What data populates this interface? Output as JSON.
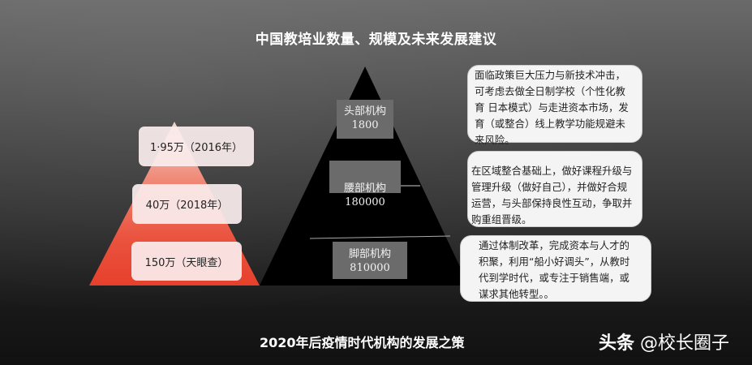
{
  "title": "中国教培业数量、规模及未来发展建议",
  "subtitle": "2020年后疫情时代机构的发展之策",
  "watermark": {
    "brand": "头条",
    "handle": "@校长圈子"
  },
  "colors": {
    "red_pyramid_top": "#f2c9c0",
    "red_pyramid_bottom": "#e8402e",
    "black_pyramid": "#000000",
    "tier_box": "#6b6b6b",
    "note_box": "#f4f4f4"
  },
  "red_pyramid": {
    "levels": [
      {
        "label": "1·95万（2016年）"
      },
      {
        "label": "40万（2018年）"
      },
      {
        "label": "150万（天眼查）"
      }
    ]
  },
  "black_pyramid": {
    "tiers": [
      {
        "name": "头部机构",
        "count": "1800"
      },
      {
        "name": "腰部机构",
        "count": "180000"
      },
      {
        "name": "脚部机构",
        "count": "810000"
      }
    ]
  },
  "notes": [
    {
      "text": "面临政策巨大压力与新技术冲击，可考虑去做全日制学校（个性化教育 日本模式）与走进资本市场，发育（或整合）线上教学功能规避未来风险。"
    },
    {
      "text": "在区域整合基础上，做好课程升级与管理升级（做好自己），并做好合规运营，与头部保持良性互动，争取并购重组晋级。"
    },
    {
      "text": "通过体制改革，完成资本与人才的积聚，利用“船小好调头”，从教时代到学时代，或专注于销售端，或谋求其他转型。。"
    }
  ]
}
